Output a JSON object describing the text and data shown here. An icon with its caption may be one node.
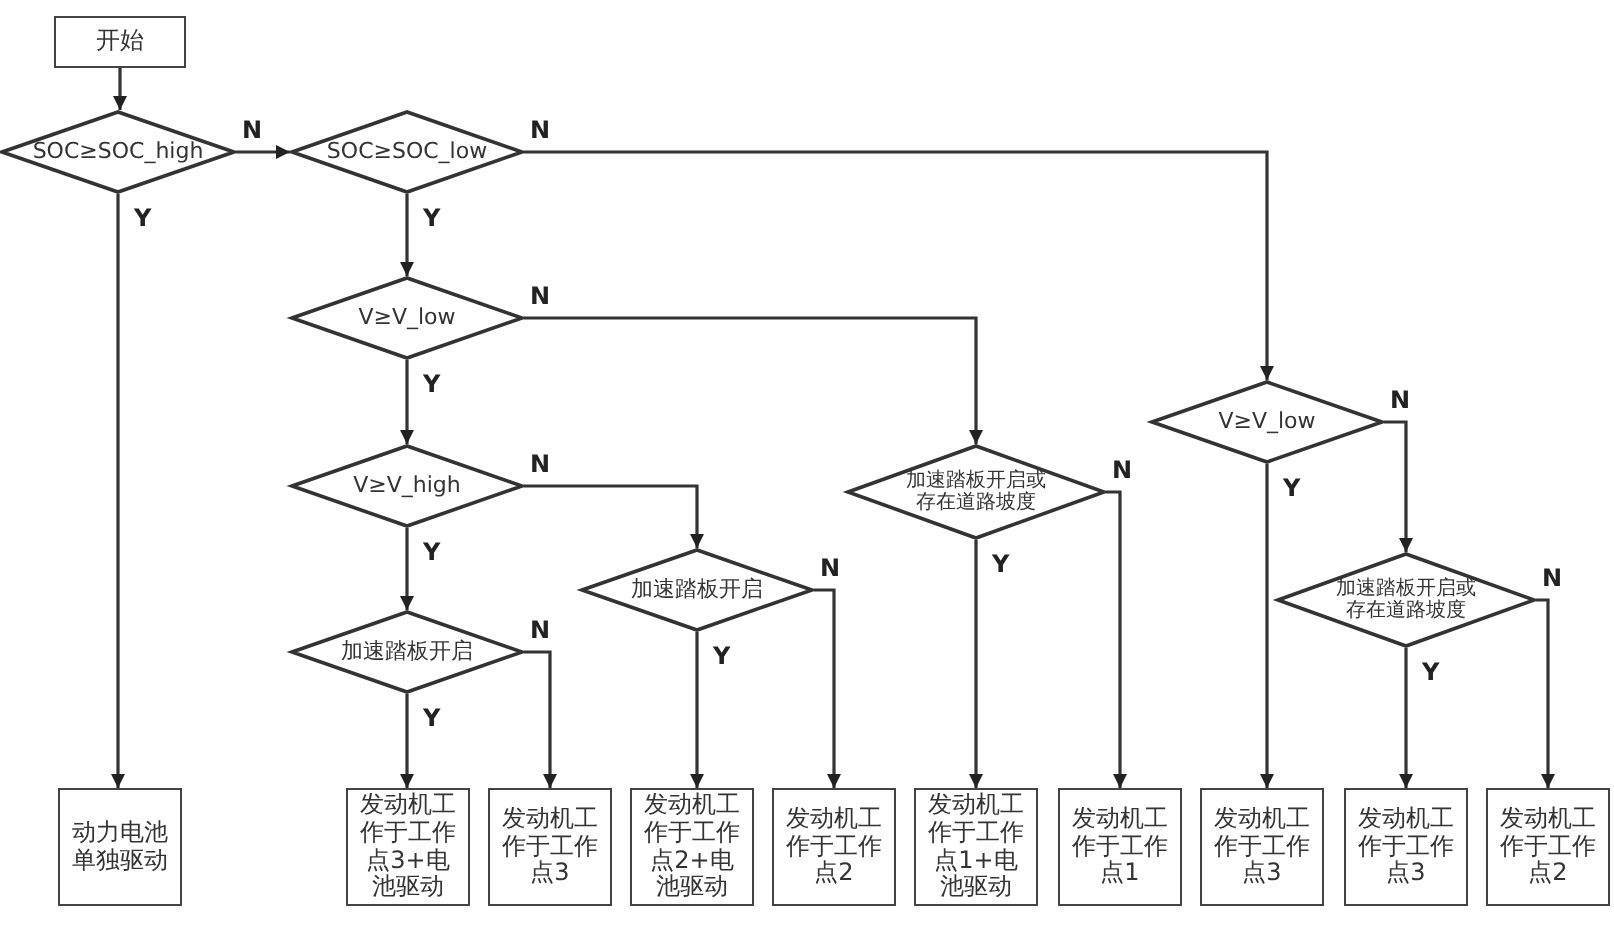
{
  "diagram": {
    "nodes": [
      {
        "text": [
          "开始"
        ]
      },
      {
        "text": [
          "SOC≥SOC_high"
        ]
      },
      {
        "text": [
          "SOC≥SOC_low"
        ]
      },
      {
        "text": [
          "V≥V_low"
        ]
      },
      {
        "text": [
          "V≥V_high"
        ]
      },
      {
        "text": [
          "加速踏板开启"
        ]
      },
      {
        "text": [
          "加速踏板开启"
        ]
      },
      {
        "text": [
          "加速踏板开启或存在道路坡度"
        ]
      },
      {
        "text": [
          "V≥V_low"
        ]
      },
      {
        "text": [
          "加速踏板开启或存在道路坡度"
        ]
      },
      {
        "text": [
          "动力电池单独驱动"
        ]
      },
      {
        "text": [
          "发动机工作于工作点3+电池驱动"
        ]
      },
      {
        "text": [
          "发动机工作于工作点3"
        ]
      },
      {
        "text": [
          "发动机工作于工作点2+电池驱动"
        ]
      },
      {
        "text": [
          "发动机工作于工作点2"
        ]
      },
      {
        "text": [
          "发动机工作于工作点1+电池驱动"
        ]
      },
      {
        "text": [
          "发动机工作于工作点1"
        ]
      },
      {
        "text": [
          "发动机工作于工作点3"
        ]
      },
      {
        "text": [
          "发动机工作于工作点3"
        ]
      },
      {
        "text": [
          "发动机工作于工作点2"
        ]
      }
    ],
    "edges": [
      {
        "from": 0,
        "to": 1,
        "arrow": "to"
      },
      {
        "from": 1,
        "to": 2,
        "arrow": "to",
        "label": "N"
      },
      {
        "from": 1,
        "to": 10,
        "arrow": "to",
        "label": "Y"
      },
      {
        "from": 2,
        "to": 8,
        "arrow": "to",
        "label": "N"
      },
      {
        "from": 2,
        "to": 3,
        "arrow": "to",
        "label": "Y"
      },
      {
        "from": 3,
        "to": 7,
        "arrow": "to",
        "label": "N"
      },
      {
        "from": 3,
        "to": 4,
        "arrow": "to",
        "label": "Y"
      },
      {
        "from": 4,
        "to": 6,
        "arrow": "to",
        "label": "N"
      },
      {
        "from": 4,
        "to": 5,
        "arrow": "to",
        "label": "Y"
      },
      {
        "from": 5,
        "to": 11,
        "arrow": "to",
        "label": "Y"
      },
      {
        "from": 5,
        "to": 12,
        "arrow": "to",
        "label": "N"
      },
      {
        "from": 6,
        "to": 13,
        "arrow": "to",
        "label": "Y"
      },
      {
        "from": 6,
        "to": 14,
        "arrow": "to",
        "label": "N"
      },
      {
        "from": 7,
        "to": 15,
        "arrow": "to",
        "label": "Y"
      },
      {
        "from": 7,
        "to": 16,
        "arrow": "to",
        "label": "N"
      },
      {
        "from": 8,
        "to": 17,
        "arrow": "to",
        "label": "Y"
      },
      {
        "from": 8,
        "to": 9,
        "arrow": "to",
        "label": "N"
      },
      {
        "from": 9,
        "to": 18,
        "arrow": "to",
        "label": "Y"
      },
      {
        "from": 9,
        "to": 19,
        "arrow": "to",
        "label": "N"
      }
    ]
  }
}
